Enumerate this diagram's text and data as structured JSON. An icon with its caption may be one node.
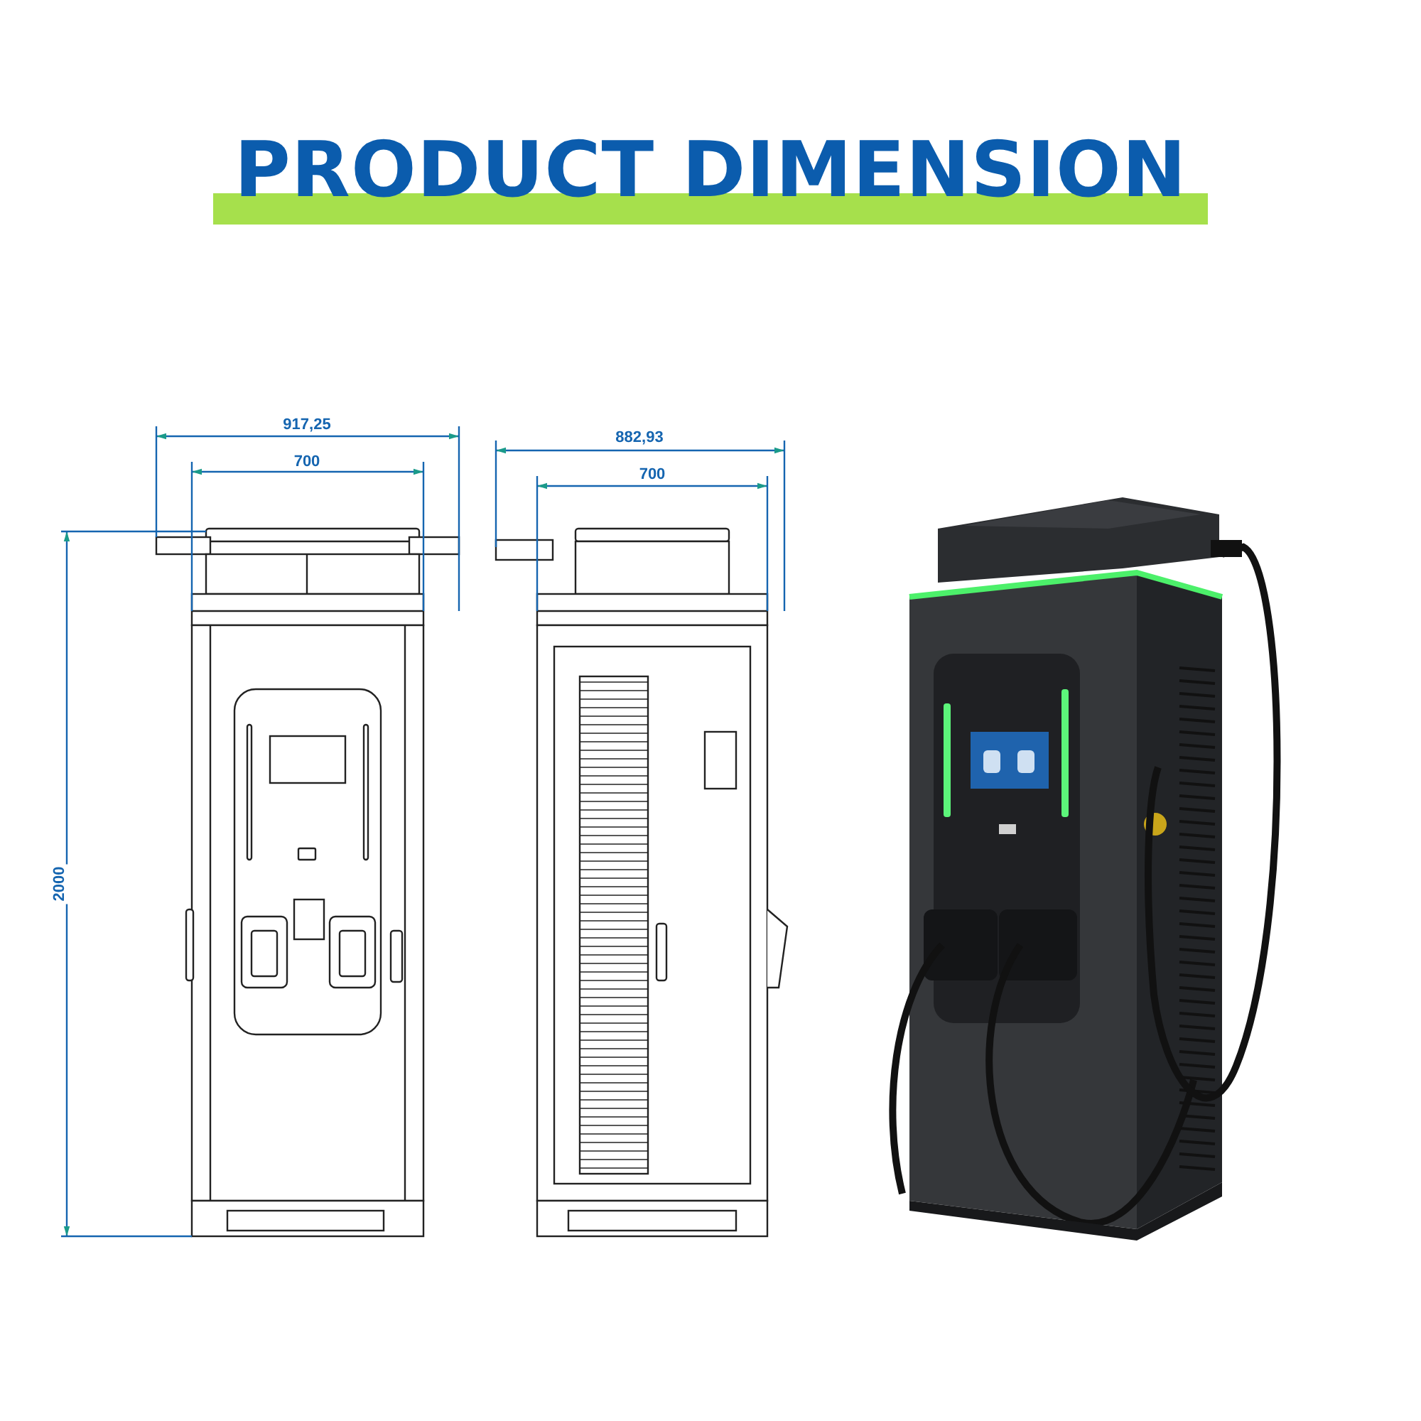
{
  "diagram": {
    "title": "PRODUCT DIMENSION",
    "labels": [
      "917,25",
      "700",
      "882,93",
      "700",
      "2000"
    ]
  }
}
